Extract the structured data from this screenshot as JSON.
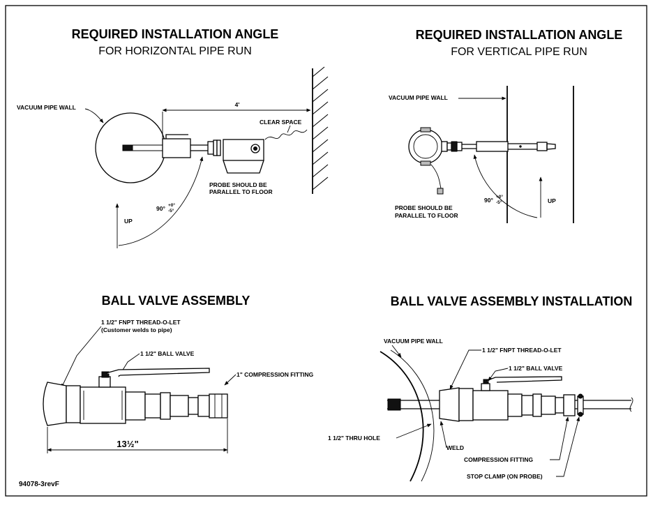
{
  "drawing_number": "94078-3revF",
  "panels": {
    "horizontal": {
      "title": "REQUIRED INSTALLATION ANGLE",
      "subtitle": "FOR HORIZONTAL PIPE RUN",
      "vacuum_pipe_wall": "VACUUM PIPE WALL",
      "distance": "4'",
      "clear_space": "CLEAR SPACE",
      "probe_note_line1": "PROBE SHOULD BE",
      "probe_note_line2": "PARALLEL TO FLOOR",
      "angle": "90°",
      "angle_plus": "+0°",
      "angle_minus": "-5°",
      "up": "UP"
    },
    "vertical": {
      "title": "REQUIRED INSTALLATION ANGLE",
      "subtitle": "FOR VERTICAL PIPE RUN",
      "vacuum_pipe_wall": "VACUUM PIPE WALL",
      "probe_note_line1": "PROBE SHOULD BE",
      "probe_note_line2": "PARALLEL TO FLOOR",
      "angle": "90°",
      "angle_plus": "+0°",
      "angle_minus": "-5°",
      "up": "UP"
    },
    "assembly": {
      "title": "BALL VALVE ASSEMBLY",
      "threadolet_line1": "1 1/2\" FNPT THREAD-O-LET",
      "threadolet_line2": "(Customer welds to pipe)",
      "ball_valve": "1 1/2\" BALL VALVE",
      "compression_fitting": "1\" COMPRESSION FITTING",
      "length": "13½\""
    },
    "installation": {
      "title": "BALL VALVE ASSEMBLY INSTALLATION",
      "vacuum_pipe_wall": "VACUUM PIPE WALL",
      "threadolet": "1 1/2\" FNPT THREAD-O-LET",
      "ball_valve": "1 1/2\" BALL VALVE",
      "thru_hole": "1 1/2\" THRU HOLE",
      "weld": "WELD",
      "compression_fitting": "COMPRESSION FITTING",
      "stop_clamp": "STOP CLAMP (ON PROBE)"
    }
  }
}
